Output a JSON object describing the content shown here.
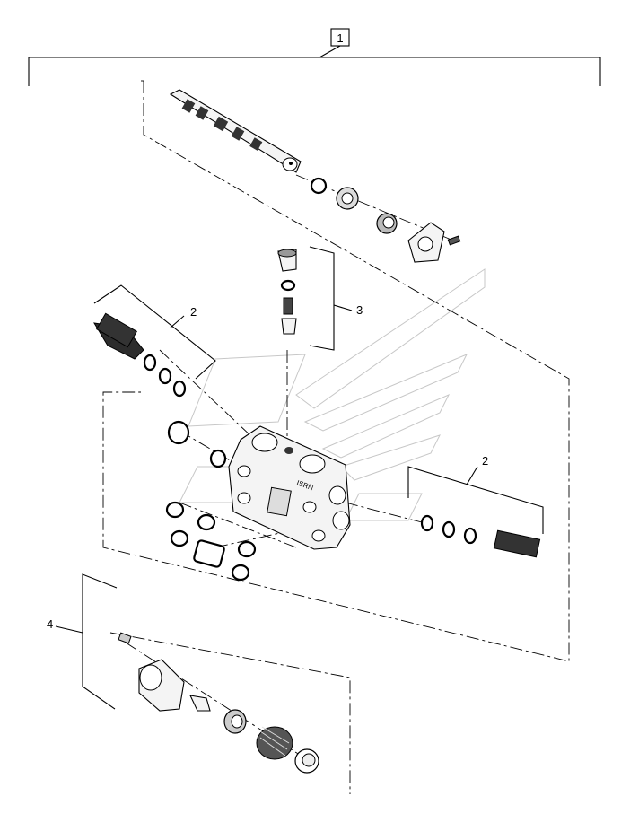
{
  "callouts": {
    "assembly": "1",
    "relief_valve_left": "2",
    "relief_valve_right": "2",
    "check_valve": "3",
    "spring_cap": "4"
  }
}
